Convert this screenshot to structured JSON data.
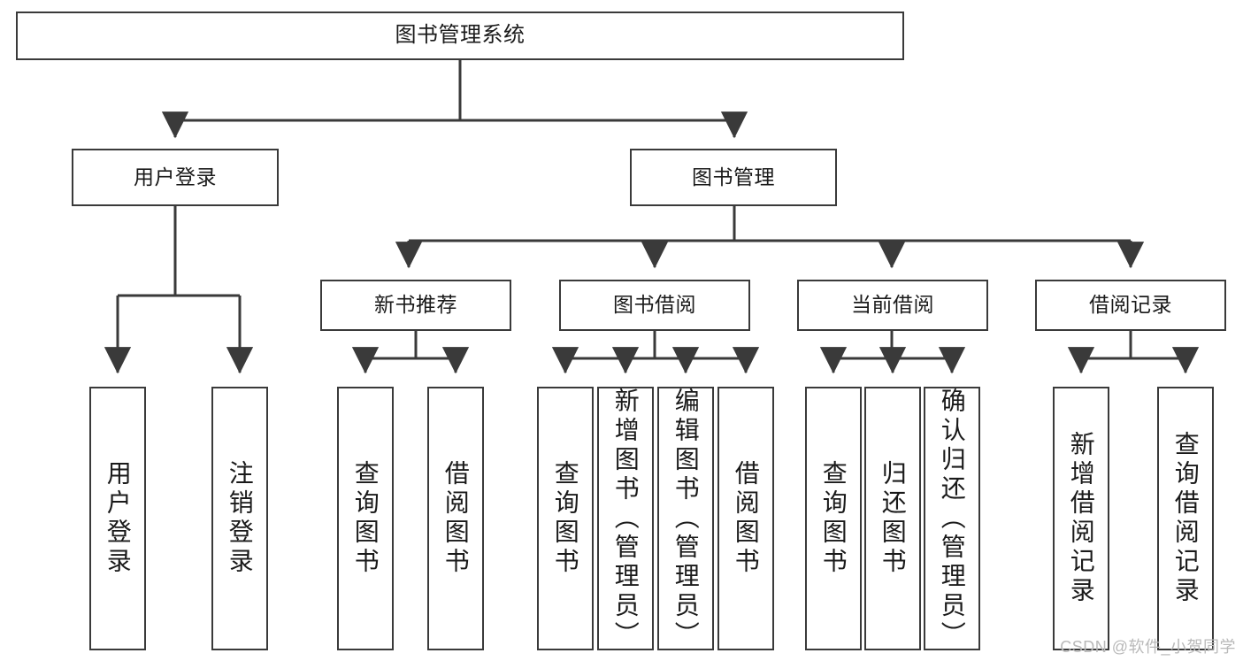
{
  "diagram": {
    "type": "hierarchy-tree",
    "title": "图书管理系统",
    "root": {
      "label": "图书管理系统"
    },
    "level2": [
      {
        "label": "用户登录"
      },
      {
        "label": "图书管理"
      }
    ],
    "level3": [
      {
        "label": "新书推荐"
      },
      {
        "label": "图书借阅"
      },
      {
        "label": "当前借阅"
      },
      {
        "label": "借阅记录"
      }
    ],
    "leaves": {
      "user_login": [
        {
          "label": "用户登录"
        },
        {
          "label": "注销登录"
        }
      ],
      "new_book_recommend": [
        {
          "label": "查询图书"
        },
        {
          "label": "借阅图书"
        }
      ],
      "book_borrow": [
        {
          "label": "查询图书"
        },
        {
          "label": "新增图书（管理员）"
        },
        {
          "label": "编辑图书（管理员）"
        },
        {
          "label": "借阅图书"
        }
      ],
      "current_borrow": [
        {
          "label": "查询图书"
        },
        {
          "label": "归还图书"
        },
        {
          "label": "确认归还（管理员）"
        }
      ],
      "borrow_record": [
        {
          "label": "新增借阅记录"
        },
        {
          "label": "查询借阅记录"
        }
      ]
    }
  },
  "watermark": {
    "text": "CSDN @软件_小贺同学"
  },
  "colors": {
    "border": "#3a3a3a",
    "background": "#ffffff",
    "text": "#1a1a1a",
    "watermark": "#b9b9b9"
  }
}
